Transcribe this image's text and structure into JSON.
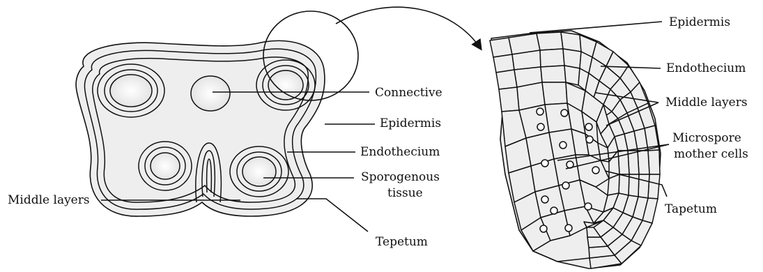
{
  "diagram": {
    "left_labels": {
      "connective": "Connective",
      "epidermis": "Epidermis",
      "endothecium": "Endothecium",
      "sporogenous_1": "Sporogenous",
      "sporogenous_2": "tissue",
      "middle_layers": "Middle layers",
      "tepetum": "Tepetum"
    },
    "right_labels": {
      "epidermis": "Epidermis",
      "endothecium": "Endothecium",
      "middle_layers": "Middle layers",
      "microspore_1": "Microspore",
      "microspore_2": "mother cells",
      "tapetum": "Tapetum"
    },
    "colors": {
      "fill": "#eeeeee",
      "stroke": "#111111",
      "sac_center": "#ffffff"
    }
  }
}
